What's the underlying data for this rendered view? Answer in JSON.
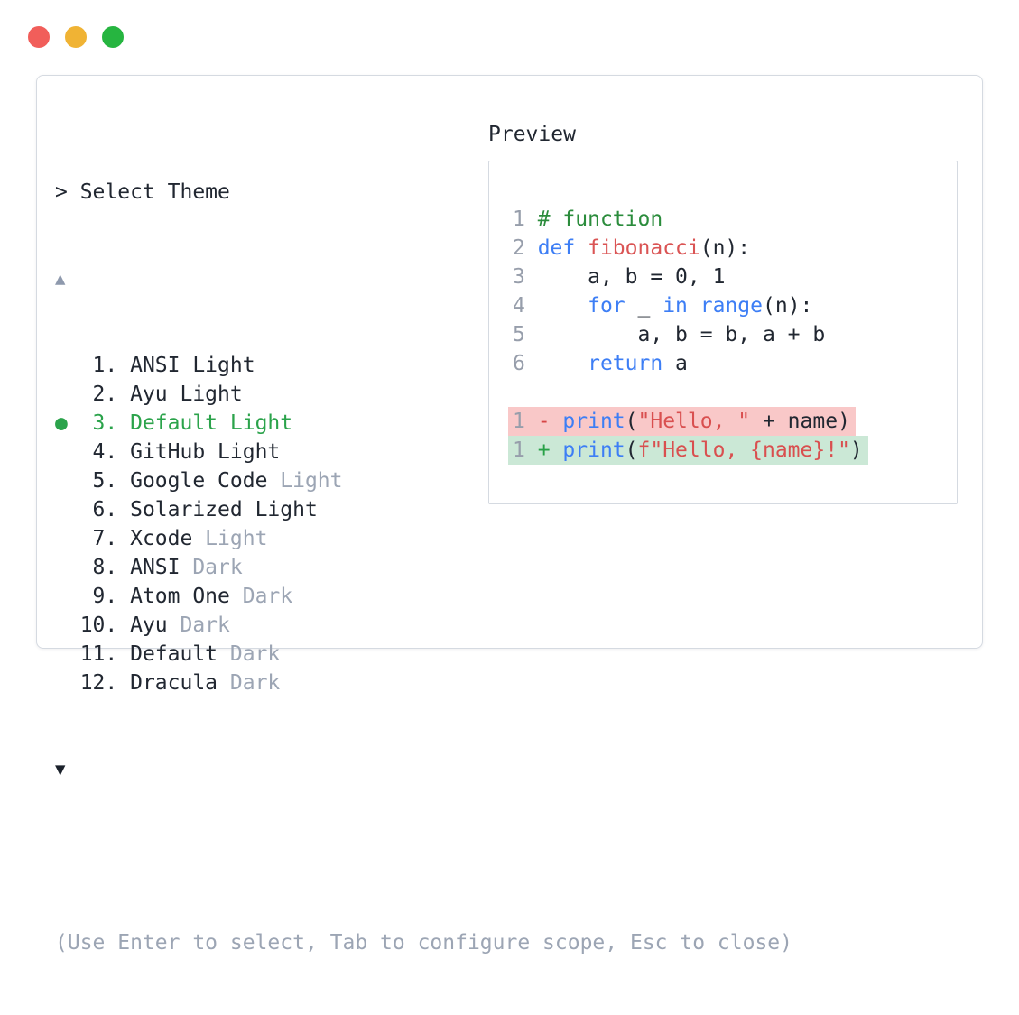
{
  "window": {
    "traffic_lights": [
      {
        "name": "close",
        "color_key": "traffic_red"
      },
      {
        "name": "minimize",
        "color_key": "traffic_yellow"
      },
      {
        "name": "zoom",
        "color_key": "traffic_green"
      }
    ]
  },
  "colors": {
    "dark": "#212731",
    "muted": "#9ca5b4",
    "num": "#979eab",
    "kw": "#3d7ef5",
    "fn": "#da5454",
    "str": "#d94f4f",
    "comment": "#2b8c3c",
    "selected": "#2ba34b",
    "add": "#27a147",
    "del": "#d64545",
    "add_bg": "#cbe8d6",
    "del_bg": "#f9c8c8",
    "scroll_up": "#8e99ad",
    "scroll_down": "#1b212b",
    "panel_border": "#d5dae1",
    "traffic_red": "#f15e5a",
    "traffic_yellow": "#f0b334",
    "traffic_green": "#26b540"
  },
  "picker": {
    "prompt": "> Select Theme",
    "scroll_up_icon": "▲",
    "scroll_down_icon": "▼",
    "selected_marker": "●",
    "themes": [
      {
        "num": "1",
        "name": "ANSI Light",
        "muted": "",
        "selected": false
      },
      {
        "num": "2",
        "name": "Ayu Light",
        "muted": "",
        "selected": false
      },
      {
        "num": "3",
        "name": "Default Light",
        "muted": "",
        "selected": true
      },
      {
        "num": "4",
        "name": "GitHub Light",
        "muted": "",
        "selected": false
      },
      {
        "num": "5",
        "name": "Google Code",
        "muted": "Light",
        "selected": false
      },
      {
        "num": "6",
        "name": "Solarized Light",
        "muted": "",
        "selected": false
      },
      {
        "num": "7",
        "name": "Xcode",
        "muted": "Light",
        "selected": false
      },
      {
        "num": "8",
        "name": "ANSI",
        "muted": "Dark",
        "selected": false
      },
      {
        "num": "9",
        "name": "Atom One",
        "muted": "Dark",
        "selected": false
      },
      {
        "num": "10",
        "name": "Ayu",
        "muted": "Dark",
        "selected": false
      },
      {
        "num": "11",
        "name": "Default",
        "muted": "Dark",
        "selected": false
      },
      {
        "num": "12",
        "name": "Dracula",
        "muted": "Dark",
        "selected": false
      }
    ]
  },
  "preview": {
    "label": "Preview",
    "code_lines": [
      {
        "num": "1",
        "diff": null,
        "tokens": [
          {
            "t": "# function",
            "c": "comment"
          }
        ]
      },
      {
        "num": "2",
        "diff": null,
        "tokens": [
          {
            "t": "def",
            "c": "kw"
          },
          {
            "t": " ",
            "c": "dark"
          },
          {
            "t": "fibonacci",
            "c": "fn"
          },
          {
            "t": "(n):",
            "c": "dark"
          }
        ]
      },
      {
        "num": "3",
        "diff": null,
        "tokens": [
          {
            "t": "    a, b = 0, 1",
            "c": "dark"
          }
        ]
      },
      {
        "num": "4",
        "diff": null,
        "tokens": [
          {
            "t": "    ",
            "c": "dark"
          },
          {
            "t": "for",
            "c": "kw"
          },
          {
            "t": " _ ",
            "c": "dark"
          },
          {
            "t": "in",
            "c": "kw"
          },
          {
            "t": " ",
            "c": "dark"
          },
          {
            "t": "range",
            "c": "kw"
          },
          {
            "t": "(n):",
            "c": "dark"
          }
        ]
      },
      {
        "num": "5",
        "diff": null,
        "tokens": [
          {
            "t": "        a, b = b, a + b",
            "c": "dark"
          }
        ]
      },
      {
        "num": "6",
        "diff": null,
        "tokens": [
          {
            "t": "    ",
            "c": "dark"
          },
          {
            "t": "return",
            "c": "kw"
          },
          {
            "t": " a",
            "c": "dark"
          }
        ]
      },
      {
        "num": "",
        "diff": null,
        "tokens": []
      },
      {
        "num": "1",
        "diff": "del",
        "tokens": [
          {
            "t": "- ",
            "c": "del"
          },
          {
            "t": "print",
            "c": "kw"
          },
          {
            "t": "(",
            "c": "dark"
          },
          {
            "t": "\"Hello, \"",
            "c": "str"
          },
          {
            "t": " + name)",
            "c": "dark"
          }
        ]
      },
      {
        "num": "1",
        "diff": "add",
        "tokens": [
          {
            "t": "+ ",
            "c": "add"
          },
          {
            "t": "print",
            "c": "kw"
          },
          {
            "t": "(",
            "c": "dark"
          },
          {
            "t": "f\"Hello, {name}!\"",
            "c": "str"
          },
          {
            "t": ")",
            "c": "dark"
          }
        ]
      }
    ]
  },
  "footer": {
    "hint": "(Use Enter to select, Tab to configure scope, Esc to close)"
  }
}
